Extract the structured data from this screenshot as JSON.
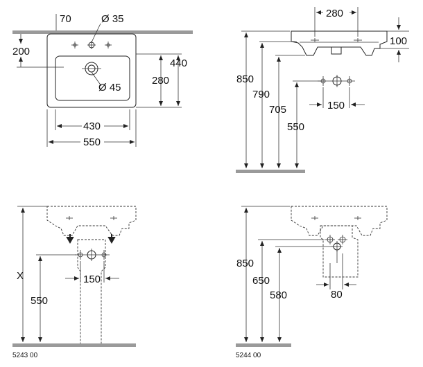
{
  "top_left": {
    "dim_70": "70",
    "dim_dia35": "Ø 35",
    "dim_200": "200",
    "dim_440": "440",
    "dim_280": "280",
    "dim_dia45": "Ø 45",
    "dim_430": "430",
    "dim_550": "550"
  },
  "top_right": {
    "dim_280": "280",
    "dim_100": "100",
    "dim_850": "850",
    "dim_790": "790",
    "dim_705": "705",
    "dim_550": "550",
    "dim_150": "150"
  },
  "bottom_left": {
    "dim_x": "X",
    "dim_550": "550",
    "dim_150": "150",
    "code": "5243 00"
  },
  "bottom_right": {
    "dim_850": "850",
    "dim_650": "650",
    "dim_580": "580",
    "dim_80": "80",
    "code": "5244 00"
  }
}
